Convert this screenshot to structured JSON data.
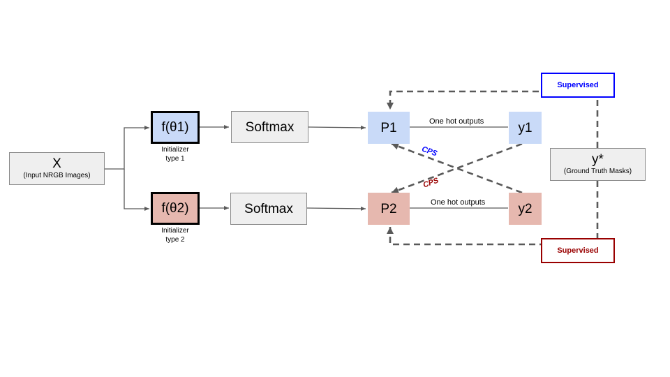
{
  "nodes": {
    "x": {
      "title": "X",
      "subtitle": "(Input NRGB Images)"
    },
    "f1": {
      "title": "f(θ1)",
      "caption": "Initializer\ntype 1"
    },
    "f2": {
      "title": "f(θ2)",
      "caption": "Initializer\ntype 2"
    },
    "softmax1": {
      "title": "Softmax"
    },
    "softmax2": {
      "title": "Softmax"
    },
    "p1": {
      "title": "P1"
    },
    "p2": {
      "title": "P2"
    },
    "y1": {
      "title": "y1"
    },
    "y2": {
      "title": "y2"
    },
    "ystar": {
      "title": "y*",
      "subtitle": "(Ground Truth Masks)"
    }
  },
  "edge_labels": {
    "one_hot_top": "One hot outputs",
    "one_hot_bottom": "One hot outputs",
    "cps_blue": "CPS",
    "cps_red": "CPS",
    "supervised_top": "Supervised",
    "supervised_bottom": "Supervised"
  },
  "colors": {
    "blue_fill": "#c9daf8",
    "red_fill": "#e6b8af",
    "supervised_blue": "#0000ff",
    "supervised_red": "#990000",
    "dashed_line": "#595959"
  }
}
